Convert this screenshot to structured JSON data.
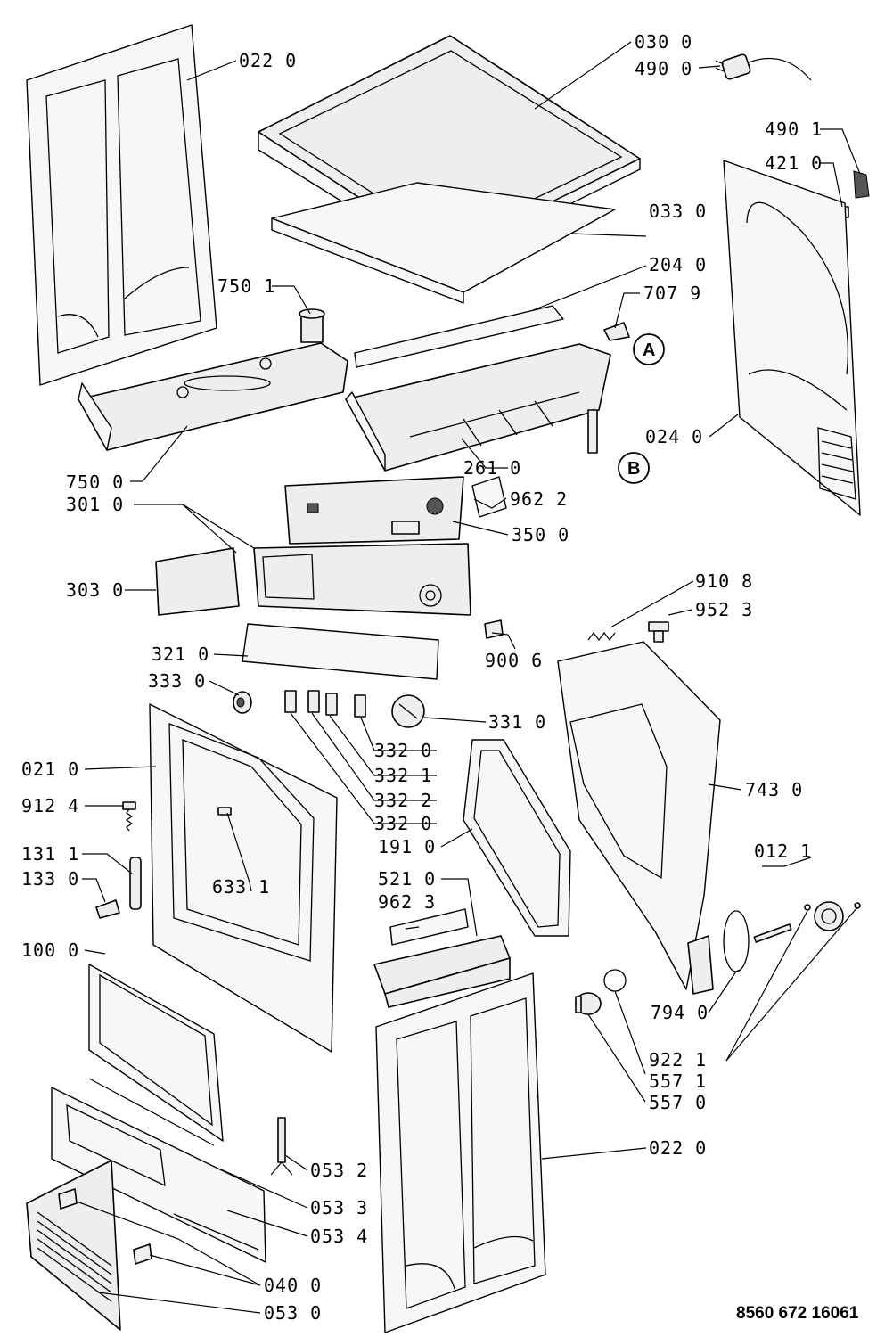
{
  "document_number": "8560 672 16061",
  "callouts": {
    "A": "A",
    "B": "B"
  },
  "labels": {
    "l0220_top": "022 0",
    "l0300": "030 0",
    "l4900": "490 0",
    "l4901": "490 1",
    "l4210": "421 0",
    "l0330": "033 0",
    "l2040": "204 0",
    "l7501": "750 1",
    "l7079": "707 9",
    "l0240": "024 0",
    "l7500": "750 0",
    "l2610": "261 0",
    "l3010": "301 0",
    "l9622": "962 2",
    "l3500": "350 0",
    "l3030": "303 0",
    "l9108": "910 8",
    "l9523": "952 3",
    "l3210": "321 0",
    "l9006": "900 6",
    "l3330": "333 0",
    "l3310": "331 0",
    "l3320a": "332 0",
    "l3321": "332 1",
    "l3322": "332 2",
    "l3320b": "332 0",
    "l0210": "021 0",
    "l7430": "743 0",
    "l9124": "912 4",
    "l1910": "191 0",
    "l0121": "012 1",
    "l1311": "131 1",
    "l6331": "633 1",
    "l1330": "133 0",
    "l5210": "521 0",
    "l9623": "962 3",
    "l1000": "100 0",
    "l7940": "794 0",
    "l9221": "922 1",
    "l5571": "557 1",
    "l5570": "557 0",
    "l0220_bot": "022 0",
    "l0532": "053 2",
    "l0533": "053 3",
    "l0534": "053 4",
    "l0400": "040 0",
    "l0530": "053 0"
  }
}
